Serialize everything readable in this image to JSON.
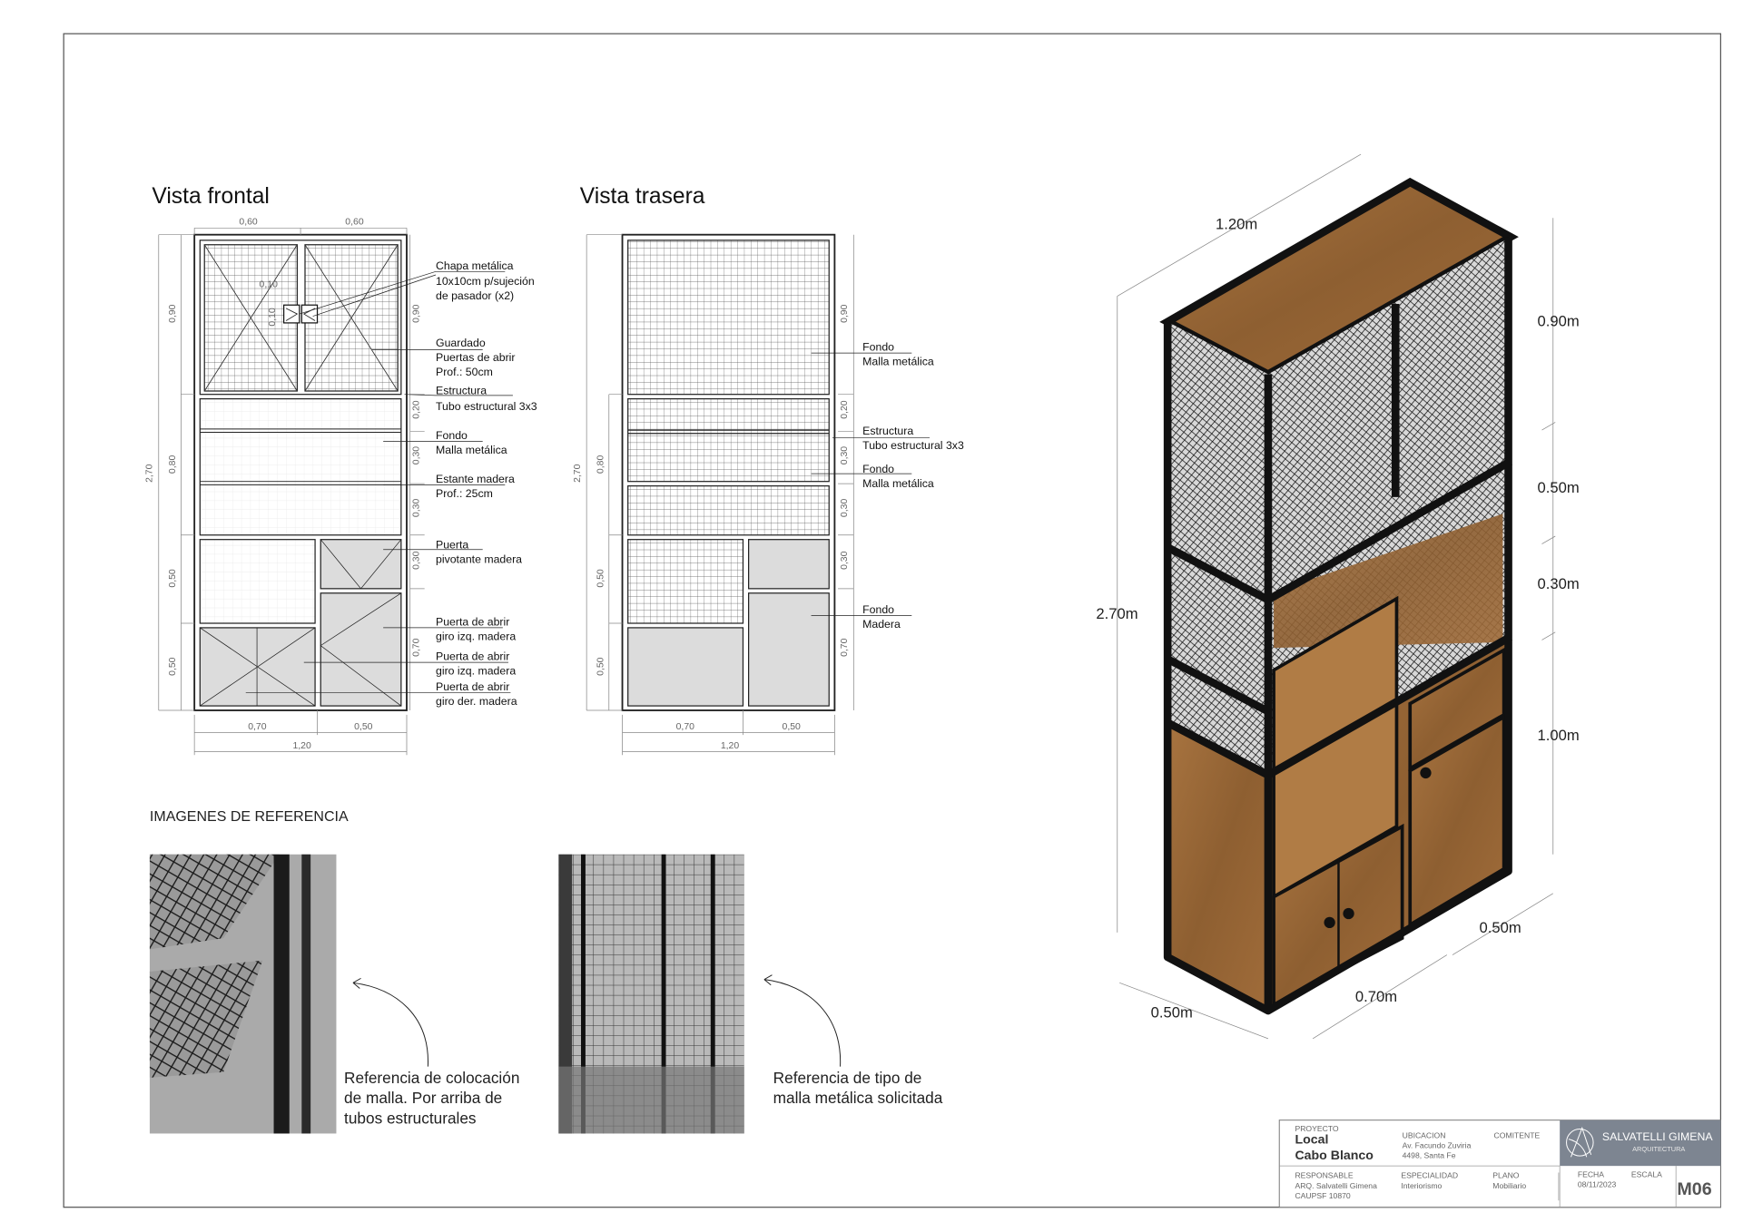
{
  "front": {
    "title": "Vista frontal",
    "dims_top": [
      "0,60",
      "0,60"
    ],
    "dims_left": {
      "total": "2,70",
      "parts": [
        "0,90",
        "0,80",
        "0,50",
        "0,50"
      ]
    },
    "dims_right": [
      "0,90",
      "0,20",
      "0,30",
      "0,30",
      "0,30",
      "0,70"
    ],
    "dims_bottom": [
      "0,70",
      "0,50"
    ],
    "dim_width": "1,20",
    "inner_dims": [
      "0,10",
      "0,10"
    ],
    "notes": [
      {
        "lines": [
          "Chapa metálica",
          "10x10cm p/sujeción",
          "de pasador (x2)"
        ]
      },
      {
        "lines": [
          "Guardado",
          "Puertas de abrir",
          "Prof.: 50cm"
        ]
      },
      {
        "lines": [
          "Estructura",
          "Tubo estructural 3x3"
        ]
      },
      {
        "lines": [
          "Fondo",
          "Malla metálica"
        ]
      },
      {
        "lines": [
          "Estante madera",
          "Prof.: 25cm"
        ]
      },
      {
        "lines": [
          "Puerta",
          "pivotante madera"
        ]
      },
      {
        "lines": [
          "Puerta de abrir",
          "giro izq. madera"
        ]
      },
      {
        "lines": [
          "Puerta de abrir",
          "giro izq. madera"
        ]
      },
      {
        "lines": [
          "Puerta de abrir",
          "giro der. madera"
        ]
      }
    ]
  },
  "rear": {
    "title": "Vista trasera",
    "dims_left": {
      "total": "2,70",
      "parts": [
        "0,80",
        "0,50",
        "0,50"
      ]
    },
    "dims_right": [
      "0,90",
      "0,20",
      "0,30",
      "0,30",
      "0,30",
      "0,70"
    ],
    "dims_bottom": [
      "0,70",
      "0,50"
    ],
    "dim_width": "1,20",
    "notes": [
      {
        "lines": [
          "Fondo",
          "Malla metálica"
        ]
      },
      {
        "lines": [
          "Estructura",
          "Tubo estructural 3x3"
        ]
      },
      {
        "lines": [
          "Fondo",
          "Malla metálica"
        ]
      },
      {
        "lines": [
          "Fondo",
          "Madera"
        ]
      }
    ]
  },
  "isometric": {
    "width_top": "1.20m",
    "height_total": "2.70m",
    "right_dims": [
      "0.90m",
      "0.50m",
      "0.30m",
      "1.00m"
    ],
    "depth_right": "0.50m",
    "width_front": "0.70m",
    "depth_left": "0.50m"
  },
  "references": {
    "heading": "IMAGENES DE REFERENCIA",
    "captions": [
      {
        "lines": [
          "Referencia de colocación",
          "de malla. Por arriba de",
          "tubos estructurales"
        ]
      },
      {
        "lines": [
          "Referencia de tipo de",
          "malla metálica solicitada"
        ]
      }
    ]
  },
  "title_block": {
    "proyecto_label": "PROYECTO",
    "proyecto": [
      "Local",
      "Cabo Blanco"
    ],
    "ubicacion_label": "UBICACION",
    "ubicacion": [
      "Av. Facundo Zuviria",
      "4498, Santa Fe"
    ],
    "comitente_label": "COMITENTE",
    "responsable_label": "RESPONSABLE",
    "responsable": [
      "ARQ. Salvatelli Gimena",
      "CAUPSF 10870"
    ],
    "especialidad_label": "ESPECIALIDAD",
    "especialidad": "Interiorismo",
    "plano_label": "PLANO",
    "plano": "Mobiliario",
    "fecha_label": "FECHA",
    "fecha": "08/11/2023",
    "escala_label": "ESCALA",
    "sheet": "M06",
    "brand": "SALVATELLI GIMENA",
    "brand_sub": "ARQUITECTURA",
    "brand_color": "#7d8591"
  },
  "colors": {
    "wood": "#9a6a3a",
    "metal": "#111111",
    "panel": "#dcdcdc"
  }
}
